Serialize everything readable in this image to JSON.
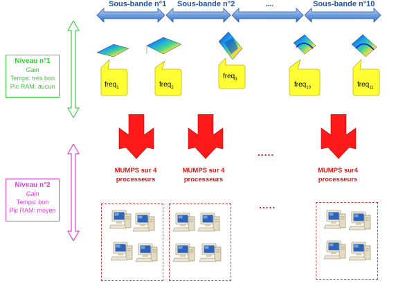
{
  "subbands": {
    "items": [
      {
        "label": "Sous-bande n°1"
      },
      {
        "label": "Sous-bande n°2"
      },
      {
        "label": "...."
      },
      {
        "label": "Sous-bande n°10"
      }
    ]
  },
  "levels": {
    "level1": {
      "title": "Niveau n°1",
      "gain": "Gain",
      "time": "Temps: très bon",
      "ram": "Pic RAM: aucun",
      "color": "#33cc33"
    },
    "level2": {
      "title": "Niveau n°2",
      "gain": "Gain",
      "time": "Temps: bon",
      "ram": "Pic RAM: moyen",
      "color": "#e040e0"
    }
  },
  "frequencies": {
    "items": [
      {
        "base": "freq",
        "sub": "1"
      },
      {
        "base": "freq",
        "sub": "2"
      },
      {
        "base": "freq",
        "sub": "3"
      },
      {
        "base": "freq",
        "sub": "10"
      },
      {
        "base": "freq",
        "sub": "11"
      }
    ]
  },
  "mumps": {
    "items": [
      {
        "line1": "MUMPS sur 4",
        "line2": "processeurs"
      },
      {
        "line1": "MUMPS sur 4",
        "line2": "processeurs"
      },
      {
        "line1": "MUMPS sur4",
        "line2": "processeurs"
      }
    ],
    "ellipsis1": ".....",
    "ellipsis2": "....."
  },
  "colors": {
    "band_arrow": "#6f9fe0",
    "callout": "#ffff33",
    "fork_arrow": "#ff1a1a",
    "cluster_border": "#d23a3a"
  }
}
